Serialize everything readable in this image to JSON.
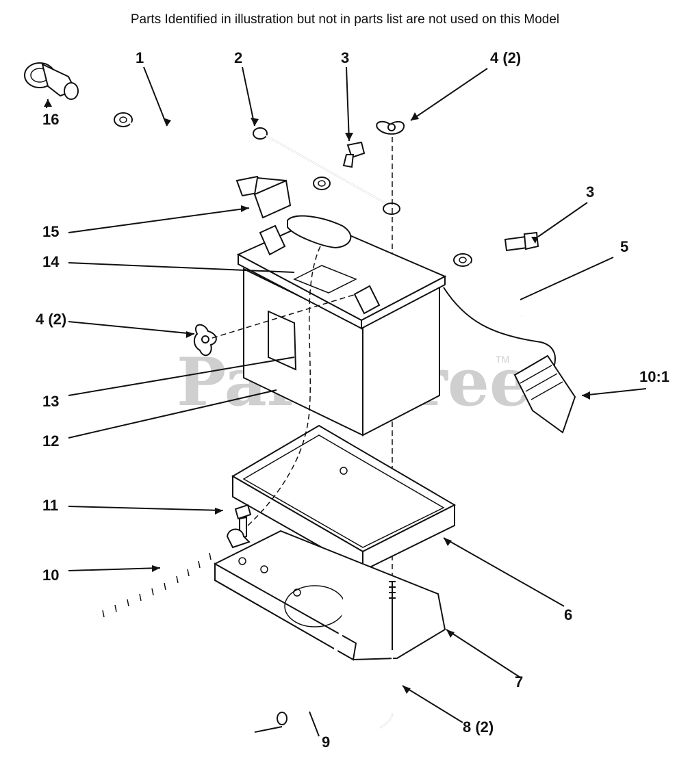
{
  "header": {
    "note": "Parts Identified  in illustration but not in parts list are not used on this Model"
  },
  "watermark": {
    "text": "PartsTree",
    "trademark": "TM"
  },
  "callouts": [
    {
      "id": "1",
      "label": "1"
    },
    {
      "id": "2",
      "label": "2"
    },
    {
      "id": "3a",
      "label": "3"
    },
    {
      "id": "4a",
      "label": "4 (2)"
    },
    {
      "id": "16",
      "label": "16"
    },
    {
      "id": "15",
      "label": "15"
    },
    {
      "id": "3b",
      "label": "3"
    },
    {
      "id": "5",
      "label": "5"
    },
    {
      "id": "14",
      "label": "14"
    },
    {
      "id": "4b",
      "label": "4 (2)"
    },
    {
      "id": "13",
      "label": "13"
    },
    {
      "id": "10_1",
      "label": "10:1"
    },
    {
      "id": "12",
      "label": "12"
    },
    {
      "id": "11",
      "label": "11"
    },
    {
      "id": "10",
      "label": "10"
    },
    {
      "id": "6",
      "label": "6"
    },
    {
      "id": "7",
      "label": "7"
    },
    {
      "id": "8",
      "label": "8 (2)"
    },
    {
      "id": "9",
      "label": "9"
    }
  ],
  "colors": {
    "line": "#111111",
    "watermark": "#cfcfcf",
    "background": "#ffffff"
  }
}
